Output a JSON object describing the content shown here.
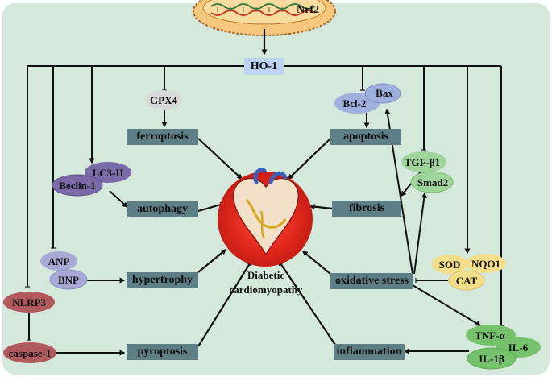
{
  "nrf2_label": "Nrf2",
  "ho1_label": "HO-1",
  "center_label_line1": "Diabetic",
  "center_label_line2": "cardiomyopathy",
  "processes": {
    "ferroptosis": "ferroptosis",
    "apoptosis": "apoptosis",
    "autophagy": "autophagy",
    "fibrosis": "fibrosis",
    "hypertrophy": "hypertrophy",
    "oxidative_stress": "oxidative stress",
    "pyroptosis": "pyroptosis",
    "inflammation": "inflammation"
  },
  "molecules": {
    "gpx4": "GPX4",
    "bcl2": "Bcl-2",
    "bax": "Bax",
    "tgfb1": "TGF-β1",
    "smad2": "Smad2",
    "lc3": "LC3-II",
    "beclin": "Beclin-1",
    "anp": "ANP",
    "bnp": "BNP",
    "sod": "SOD",
    "nqo1": "NQO1",
    "cat": "CAT",
    "nlrp3": "NLRP3",
    "caspase1": "caspase-1",
    "tnfa": "TNF-α",
    "il6": "IL-6",
    "il1b": "IL-1β"
  },
  "colors": {
    "panel": "#d5e8dc",
    "process_box": "#5f7f87",
    "ho1_box": "#bcd4f2",
    "gpx4": "#d9d9d9",
    "apoptosis_group": "#9fb0dd",
    "fibrosis_group": "#9fd49a",
    "autophagy_group": "#7a6aa8",
    "hypertrophy_group": "#a7a9d6",
    "antioxidant_group": "#f3de8a",
    "pyroptosis_group": "#b05a5e",
    "inflammation_group": "#76c26c",
    "heart_circle": "#d9241c",
    "nucleus": "#f5c77e"
  }
}
